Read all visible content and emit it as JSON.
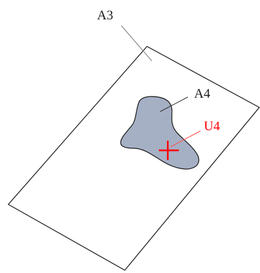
{
  "diagram": {
    "labels": {
      "plane": "A3",
      "region": "A4",
      "point": "U4"
    },
    "colors": {
      "plane_stroke": "#1a1a1a",
      "leader_plane": "#808080",
      "region_fill": "#a7b1c6",
      "region_stroke": "#1a1a1a",
      "leader_region": "#333333",
      "point_marker": "#ff0000",
      "point_label": "#ff0000",
      "leader_point": "#ff4d4d"
    }
  }
}
